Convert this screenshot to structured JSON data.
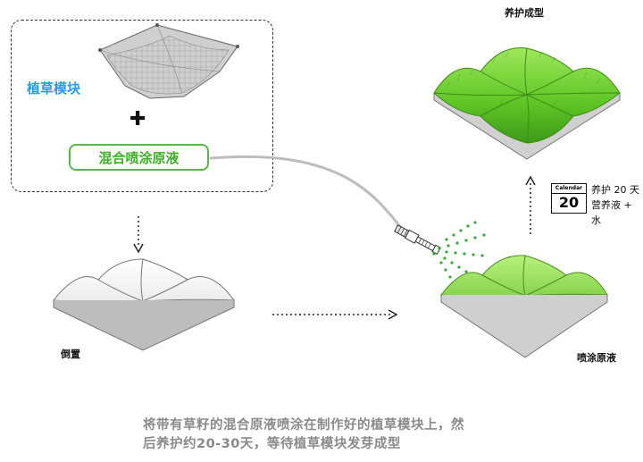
{
  "labels": {
    "module": "植草模块",
    "plus": "✚",
    "mix": "混合喷涂原液",
    "invert": "倒置",
    "spray": "喷涂原液",
    "cured": "养护成型"
  },
  "calendar": {
    "header": "Calendar",
    "day": "20",
    "line1": "养护 20 天",
    "line2": "营养液 + 水"
  },
  "caption": {
    "line1": "将带有草籽的混合原液喷涂在制作好的植草模块上，然",
    "line2": "后养护约20-30天，等待植草模块发芽成型"
  },
  "colors": {
    "module_blue": "#2b9be0",
    "mix_green": "#3fae2a",
    "grass_green": "#5cc423",
    "spray_green": "#3aa83a",
    "caption_gray": "#8a8a8a"
  }
}
